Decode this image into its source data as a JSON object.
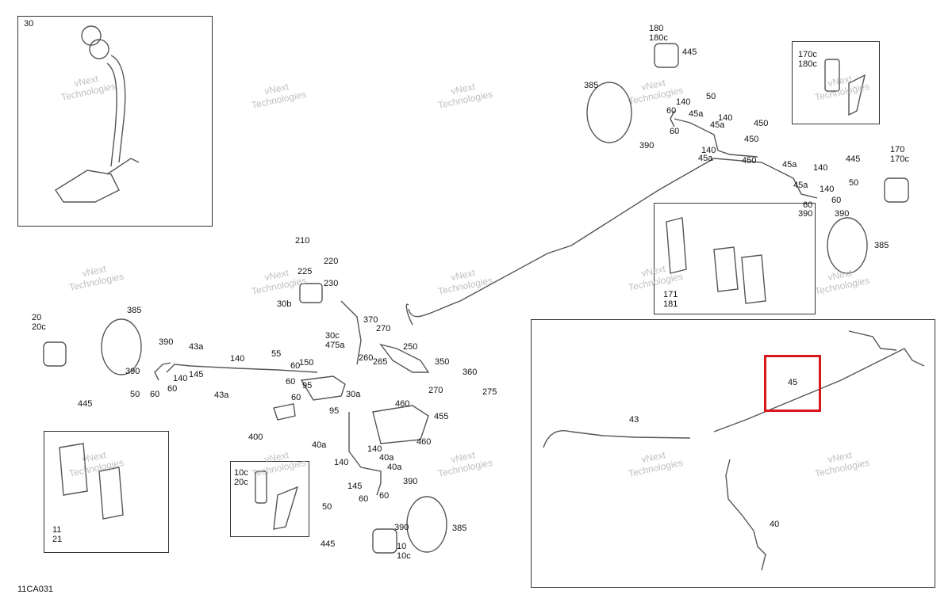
{
  "diagram_id": "11CA031",
  "highlight_color": "#d9161c",
  "watermark": {
    "line1": "vNext",
    "line2": "Technologies"
  },
  "boxes": {
    "master_cylinder": [
      "30"
    ],
    "rear_caliper_kit": [
      "170c",
      "180c"
    ],
    "front_pads": [
      "171",
      "181"
    ],
    "rear_pads": [
      "11",
      "21"
    ],
    "bleeder_kit": [
      "10c",
      "20c"
    ]
  },
  "labels": [
    "180",
    "180c",
    "445",
    "385",
    "50",
    "140",
    "60",
    "45a",
    "140",
    "45a",
    "60",
    "390",
    "450",
    "450",
    "140",
    "45a",
    "450",
    "45a",
    "140",
    "445",
    "45a",
    "140",
    "50",
    "60",
    "60",
    "390",
    "390",
    "170",
    "170c",
    "385",
    "210",
    "220",
    "225",
    "230",
    "30b",
    "20",
    "20c",
    "385",
    "390",
    "43a",
    "140",
    "55",
    "150",
    "60",
    "390",
    "145",
    "140",
    "60",
    "50",
    "60",
    "43a",
    "445",
    "370",
    "270",
    "30c",
    "475a",
    "250",
    "260",
    "265",
    "60",
    "95",
    "60",
    "30a",
    "350",
    "360",
    "270",
    "275",
    "95",
    "460",
    "455",
    "460",
    "400",
    "40a",
    "140",
    "40a",
    "140",
    "40a",
    "145",
    "60",
    "60",
    "390",
    "50",
    "445",
    "390",
    "10",
    "10c",
    "385",
    "43",
    "45",
    "40"
  ]
}
